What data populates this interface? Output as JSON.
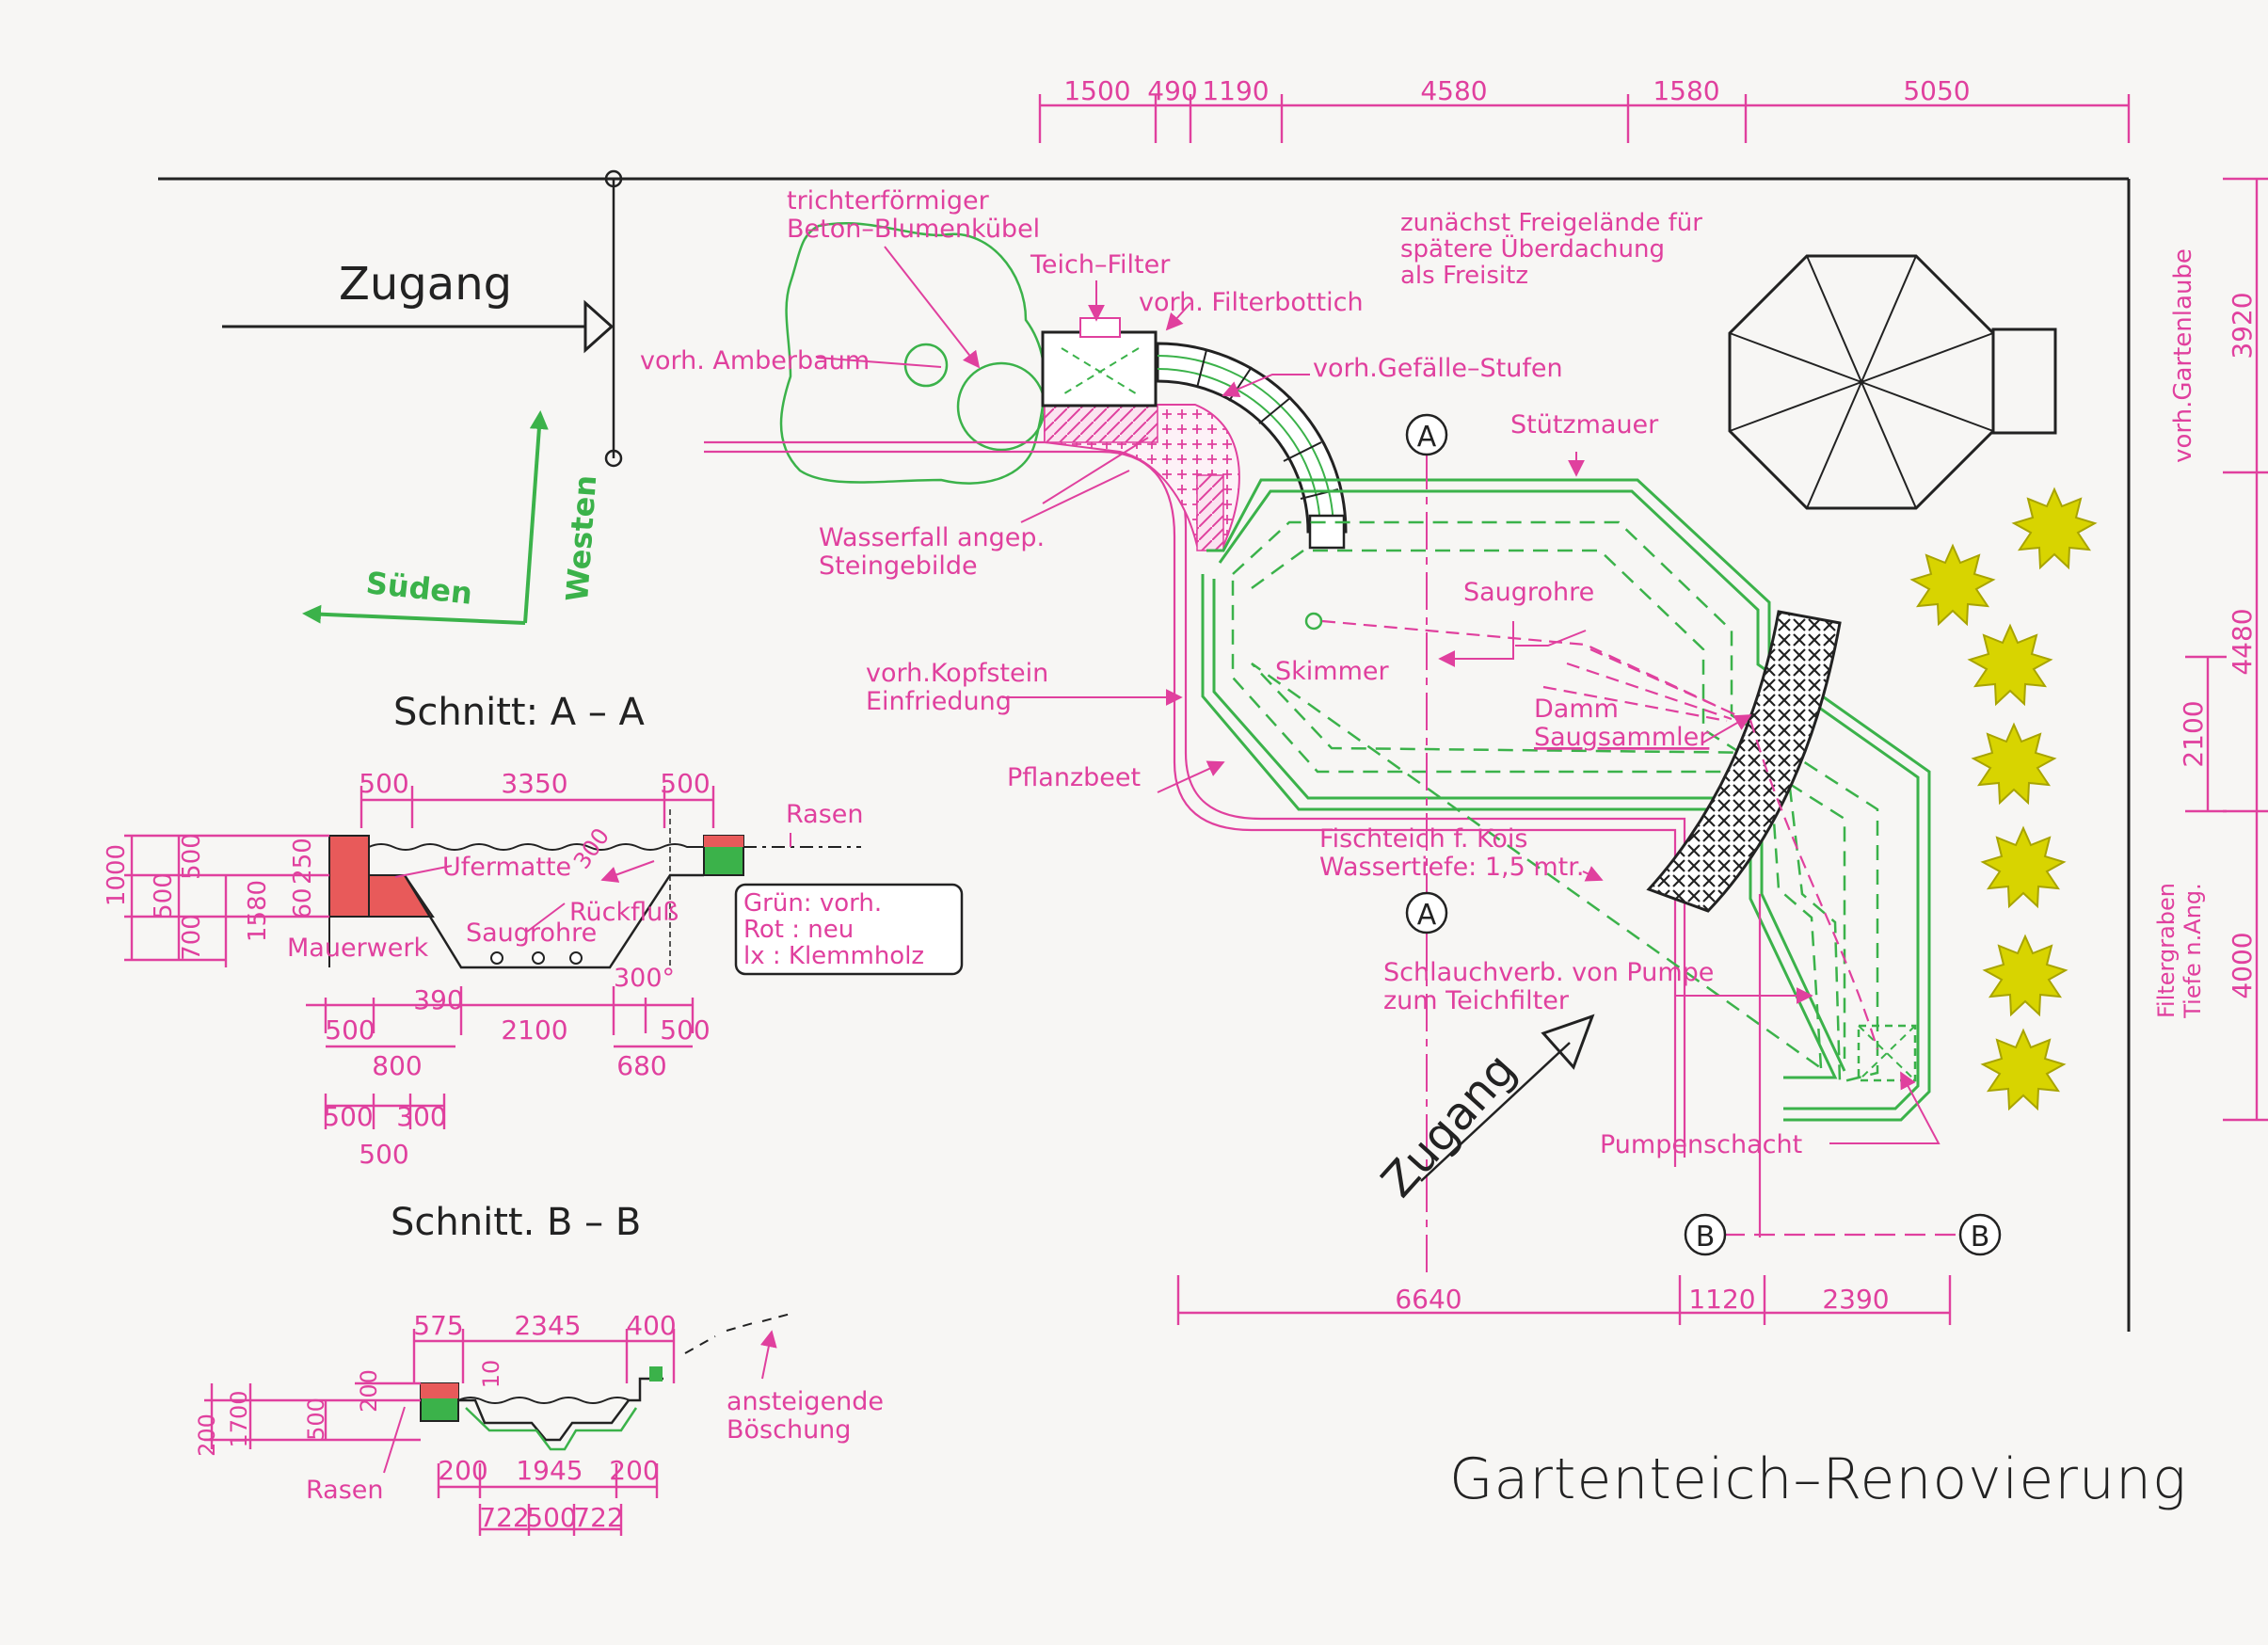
{
  "title": "Gartenteich–Renovierung",
  "colors": {
    "magenta": "#e0409e",
    "green": "#3bb24a",
    "red": "#e85a5a",
    "black": "#222222",
    "yellow": "#d8d400"
  },
  "compass": {
    "south": "Süden",
    "west": "Westen"
  },
  "plan_labels": {
    "zugang_top": "Zugang",
    "zugang_bottom": "Zugang",
    "trichter_line1": "trichterförmiger",
    "trichter_line2": "Beton–Blumenkübel",
    "teich_filter": "Teich–Filter",
    "filterbottich": "vorh. Filterbottich",
    "amberbaum": "vorh. Amberbaum",
    "gefaelle": "vorh.Gefälle–Stufen",
    "freigelaende_line1": "zunächst Freigelände für",
    "freigelaende_line2": "spätere Überdachung",
    "freigelaende_line3": "als Freisitz",
    "stuetzmauer": "Stützmauer",
    "wasserfall_line1": "Wasserfall angep.",
    "wasserfall_line2": "Steingebilde",
    "saugrohre": "Saugrohre",
    "skimmer": "Skimmer",
    "kopfstein_line1": "vorh.Kopfstein",
    "kopfstein_line2": "Einfriedung",
    "damm": "Damm",
    "saugsammler": "Saugsammler",
    "pflanzbeet": "Pflanzbeet",
    "fischteich_line1": "Fischteich f. Kois",
    "fischteich_line2": "Wassertiefe: 1,5 mtr.",
    "schlauch_line1": "Schlauchverb. von Pumpe",
    "schlauch_line2": "zum Teichfilter",
    "pumpenschacht": "Pumpenschacht",
    "gartenlaube": "vorh.Gartenlaube",
    "filtergraben_line1": "Filtergraben",
    "filtergraben_line2": "Tiefe n.Ang.",
    "section_a": "A",
    "section_b": "B"
  },
  "top_dims": [
    "1500",
    "490",
    "1190",
    "4580",
    "1580",
    "5050"
  ],
  "right_dims": [
    "3920",
    "4480",
    "2100",
    "4000"
  ],
  "bottom_dims": [
    "6640",
    "1120",
    "2390"
  ],
  "section_aa": {
    "title": "Schnitt: A – A",
    "top_dims": [
      "500",
      "3350",
      "500"
    ],
    "rasen": "Rasen",
    "ufermatte": "Ufermatte",
    "rueckfluss": "Rückfluß",
    "saugrohre": "Saugrohre",
    "mauerwerk": "Mauerwerk",
    "angle_top": "300",
    "angle_bottom": "300°",
    "left_dims": [
      "1000",
      "500",
      "500",
      "700",
      "1580",
      "250",
      "60"
    ],
    "bottom_row1": [
      "390"
    ],
    "bottom_row2": [
      "500",
      "2100",
      "500"
    ],
    "bottom_row3": [
      "800",
      "680"
    ],
    "bottom_row4": [
      "500",
      "300"
    ],
    "bottom_row5": [
      "500"
    ],
    "legend": [
      "Grün: vorh.",
      "Rot  :   neu",
      "lx   : Klemmholz"
    ]
  },
  "section_bb": {
    "title": "Schnitt. B – B",
    "top_dims": [
      "575",
      "2345",
      "400"
    ],
    "left_dims": [
      "200",
      "1700",
      "500",
      "200",
      "10"
    ],
    "bottom_row1": [
      "200",
      "1945",
      "200"
    ],
    "bottom_row2": [
      "722",
      "500",
      "722"
    ],
    "rasen": "Rasen",
    "boeschung_line1": "ansteigende",
    "boeschung_line2": "Böschung"
  }
}
